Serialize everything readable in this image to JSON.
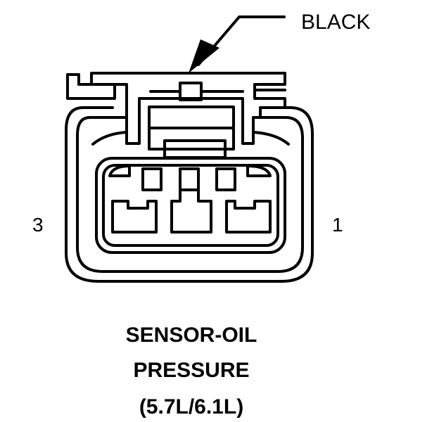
{
  "diagram": {
    "callout_label": "BLACK",
    "pin_left_label": "3",
    "pin_right_label": "1",
    "caption_lines": [
      "SENSOR-OIL",
      "PRESSURE",
      "(5.7L/6.1L)"
    ]
  }
}
